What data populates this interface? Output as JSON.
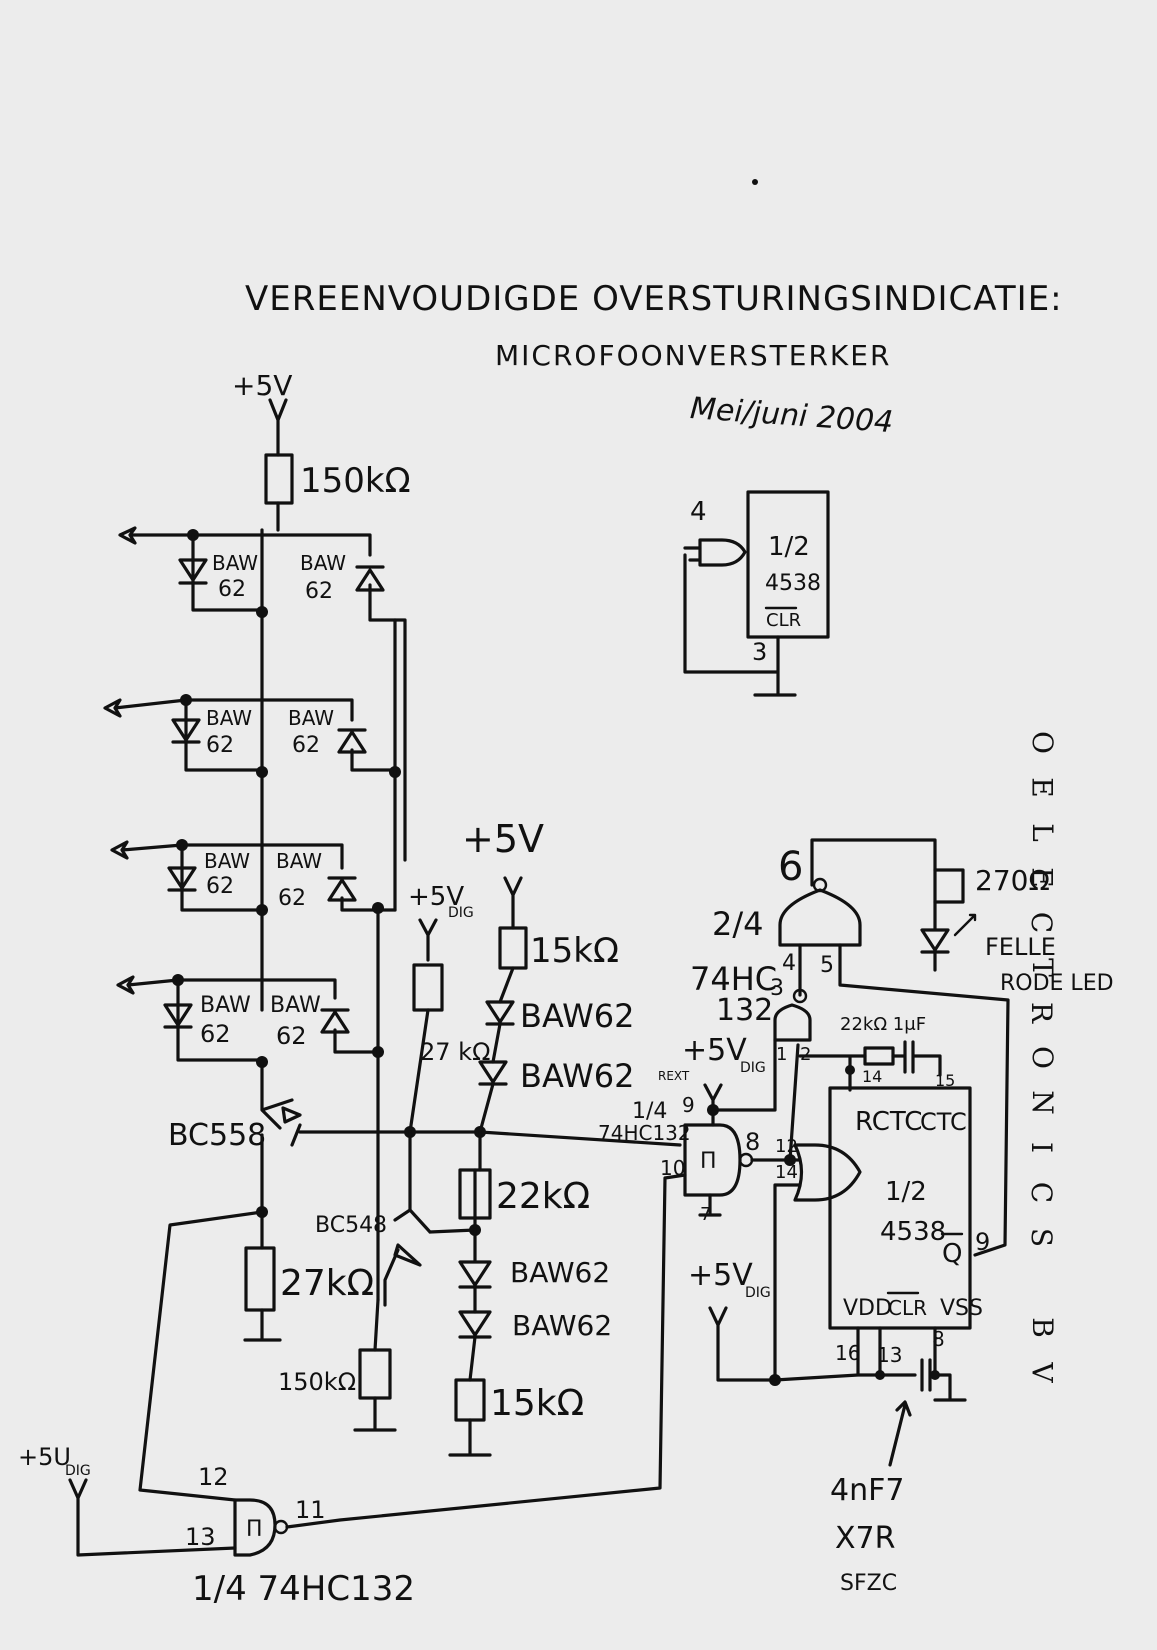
{
  "title": {
    "line1": "VEREENVOUDIGDE OVERSTURINGSINDICATIE:",
    "line2": "MICROFOONVERSTERKER",
    "line3": "Mei/juni 2004"
  },
  "company": "OELECTRONICS BV",
  "supply_labels": {
    "top": "+5V",
    "mid": "+5V",
    "dig1": "+5V",
    "dig2": "+5V",
    "dig3": "+5V",
    "dig4": "+5U",
    "dig_sub": "DIG"
  },
  "resistors": {
    "r150k_top": "150kΩ",
    "r15k_top": "15kΩ",
    "r27k_right": "27 kΩ",
    "r22k": "22kΩ",
    "r27k_left": "27kΩ",
    "r150k_bottom": "150kΩ",
    "r15k_bottom": "15kΩ",
    "r270": "270Ω",
    "r22k_rc": "22kΩ 1μF"
  },
  "diodes": {
    "baw": "BAW",
    "baw_num": "62",
    "baw62_1": "BAW62",
    "baw62_2": "BAW62",
    "baw62_3": "BAW62",
    "baw62_4": "BAW62"
  },
  "transistors": {
    "q1": "BC558",
    "q2": "BC548"
  },
  "ic": {
    "half_4538": "1/2",
    "half_4538_num": "4538",
    "clr": "CLR",
    "pin3": "3",
    "pin4": "4",
    "rc": "RCTC",
    "ctc": "CTC",
    "q": "Q",
    "vdd": "VDD",
    "vss": "VSS",
    "gate_2_4": "2/4",
    "gate_74hc": "74HC",
    "gate_132": "132",
    "gate_1_4": "1/4",
    "gate_74hc132": "74HC132",
    "gate_bottom": "1/4 74HC132",
    "rext": "REXT",
    "pin_labels": [
      "6",
      "4",
      "5",
      "3",
      "1",
      "2",
      "9",
      "10",
      "8",
      "12",
      "14",
      "7",
      "16",
      "13",
      "8",
      "9",
      "12",
      "13",
      "11",
      "14",
      "15"
    ]
  },
  "led": {
    "line1": "FELLE",
    "line2": "RODE LED"
  },
  "capacitor_note": {
    "line1": "4nF7",
    "line2": "X7R",
    "line3": "SFZC"
  }
}
